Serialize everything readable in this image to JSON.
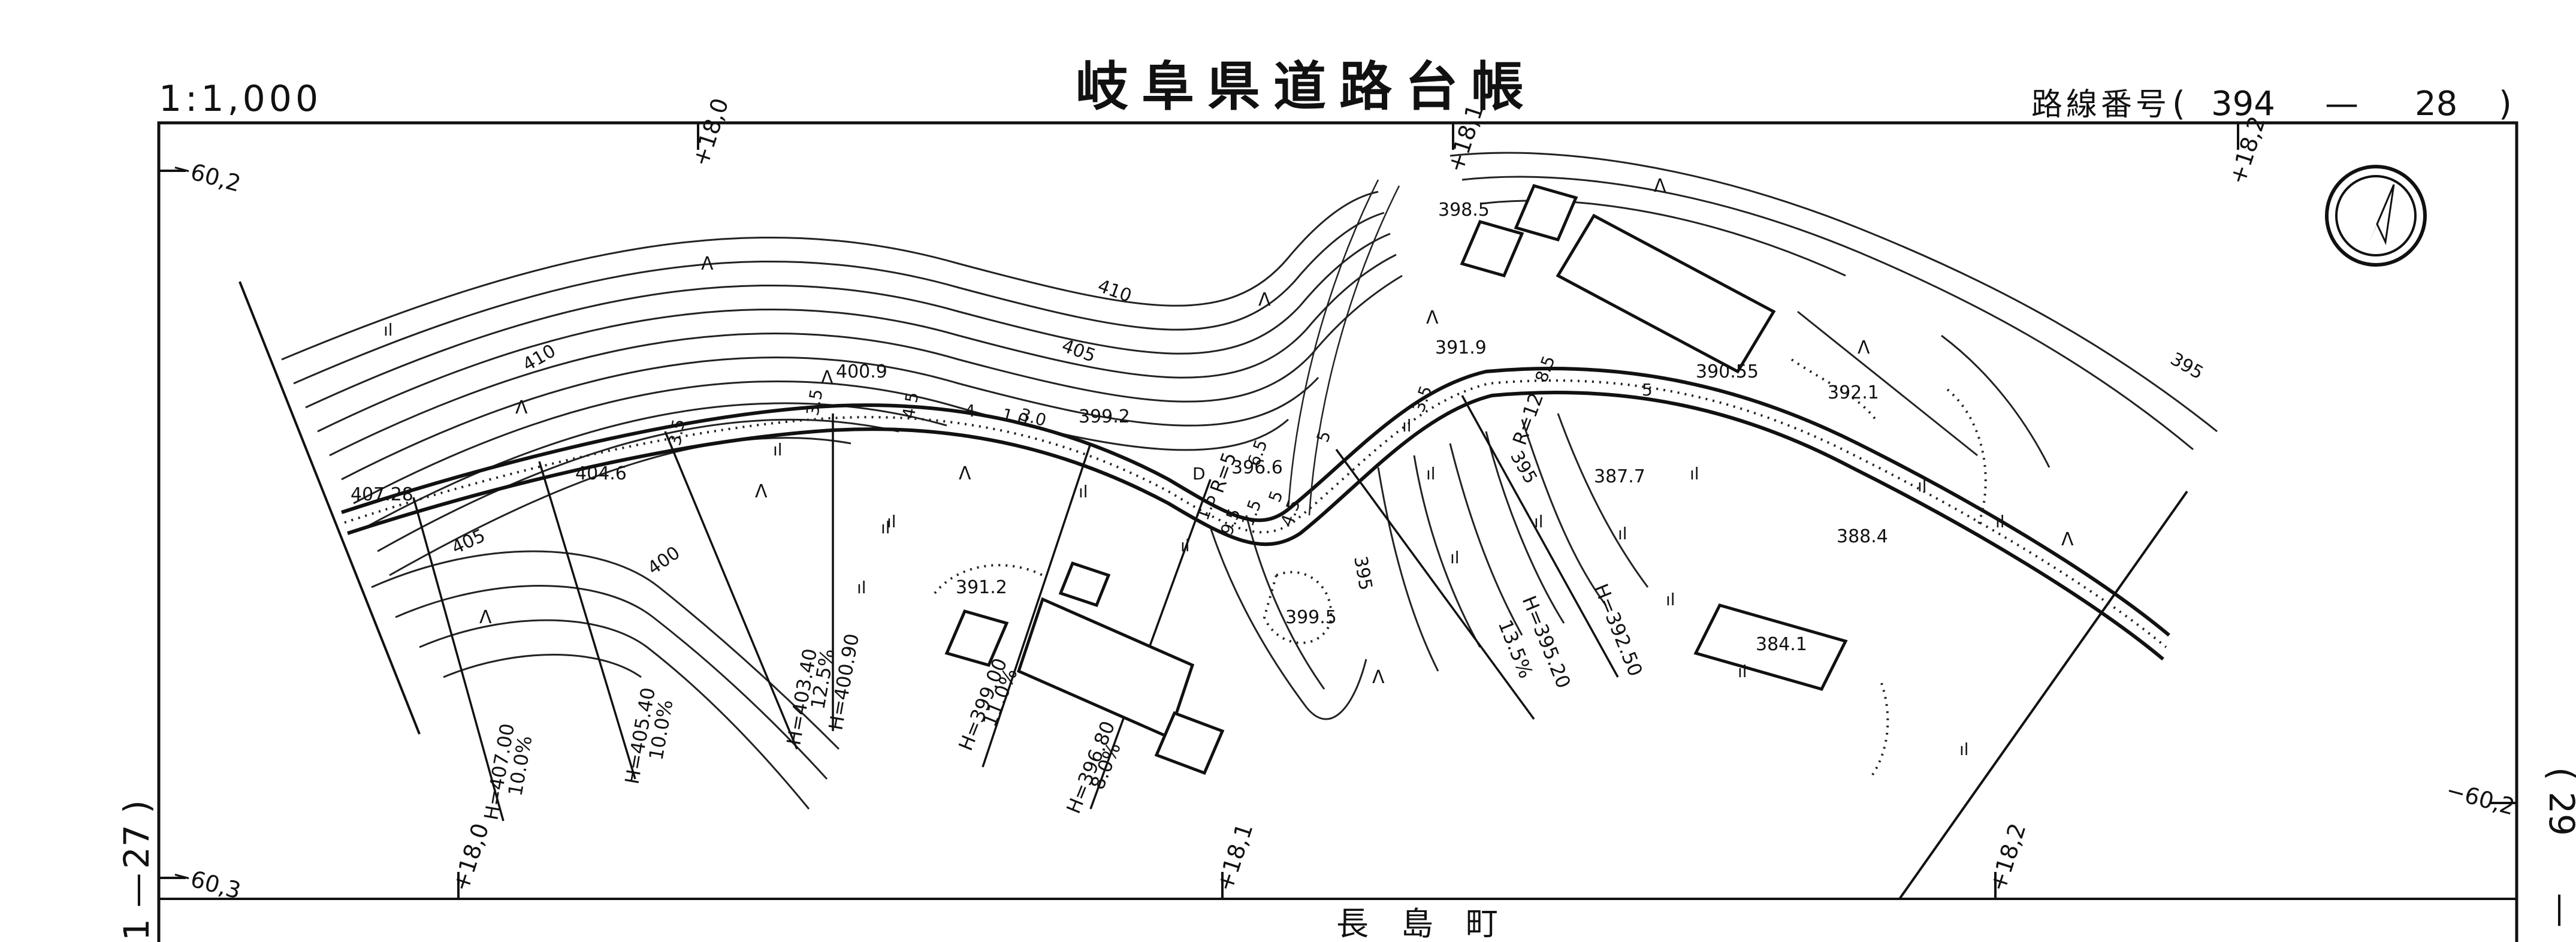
{
  "header": {
    "scale": "1:1,000",
    "title": "岐阜県道路台帳",
    "route_label": "路線番号",
    "route_open": "(",
    "route_number": "394",
    "route_dash": "—",
    "route_sheet": "28",
    "route_close": ")"
  },
  "footer": {
    "town": "長　島　町",
    "left_sheet": "27 )",
    "left_sheet_cut": "1 —",
    "right_sheet": "( 29",
    "right_sheet_cut": "—"
  },
  "map": {
    "grid_labels": [
      {
        "text": "+18,0"
      },
      {
        "text": "+18,1"
      },
      {
        "text": "+18,2"
      },
      {
        "text": "+18,0"
      },
      {
        "text": "+18,1"
      },
      {
        "text": "+18,2"
      },
      {
        "text": "−60,2"
      },
      {
        "text": "−60,2"
      },
      {
        "text": "−60,3"
      }
    ],
    "elevation_points": [
      "407.28",
      "404.6",
      "400.9",
      "399.2",
      "396.6",
      "398.5",
      "391.9",
      "390.55",
      "392.1",
      "387.7",
      "388.4",
      "384.1",
      "391.2",
      "399.5"
    ],
    "contour_labels": [
      "410",
      "410",
      "405",
      "405",
      "400",
      "395",
      "395",
      "395"
    ],
    "profile_labels": [
      {
        "height": "H=407.00",
        "grade": "10.0%"
      },
      {
        "height": "H=405.40",
        "grade": "10.0%"
      },
      {
        "height": "H=403.40",
        "grade": "12.5%"
      },
      {
        "height": "H=400.90",
        "grade": ""
      },
      {
        "height": "H=399.00",
        "grade": "11.0%"
      },
      {
        "height": "H=396.80",
        "grade": "8.0%"
      },
      {
        "height": "H=395.20",
        "grade": "13.5%"
      },
      {
        "height": "H=392.50",
        "grade": ""
      }
    ],
    "curve_labels": [
      "R=5",
      "R=12"
    ],
    "width_labels": [
      "3.5",
      "3.5",
      "4.5",
      "4",
      "1.0",
      "3.0",
      "5",
      "5",
      "4.5",
      "3.5",
      "5",
      "8.5",
      "1.5",
      "9.5",
      "1.5",
      "6.5",
      "D"
    ]
  }
}
